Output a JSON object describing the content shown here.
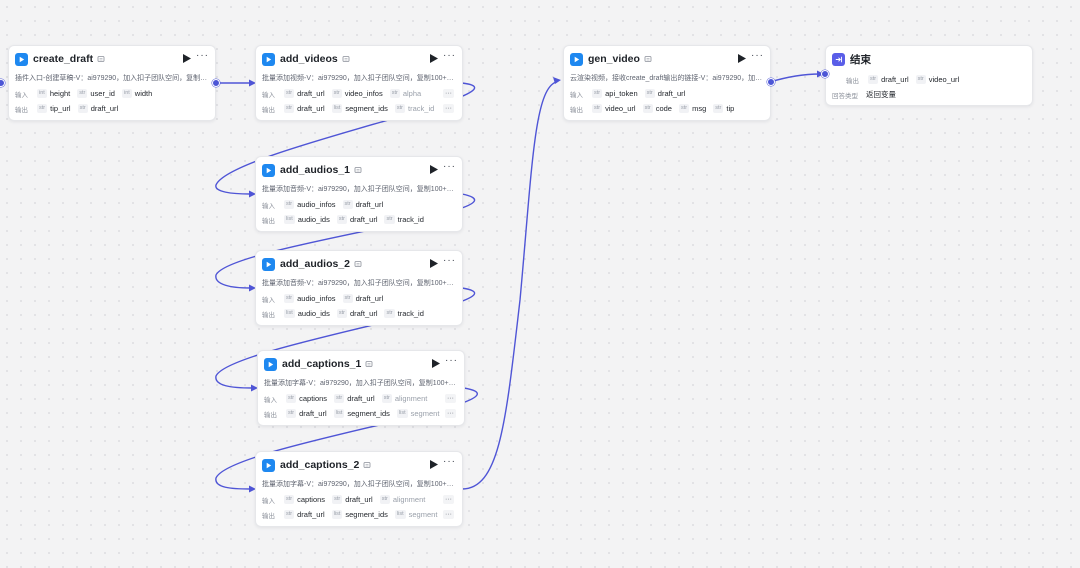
{
  "colors": {
    "edge": "#4f55d6",
    "accent": "#1e88f0",
    "end_accent": "#5a5ee8"
  },
  "labels": {
    "input": "输入",
    "output": "输出",
    "more": "···"
  },
  "nodes": {
    "create_draft": {
      "title": "create_draft",
      "desc": "插件入口-创建草稿-V：ai979290，加入扣子团队空间，复制1…",
      "inputs": [
        {
          "type": "int",
          "name": "height"
        },
        {
          "type": "str",
          "name": "user_id"
        },
        {
          "type": "int",
          "name": "width"
        }
      ],
      "outputs": [
        {
          "type": "str",
          "name": "tip_url"
        },
        {
          "type": "str",
          "name": "draft_url"
        }
      ]
    },
    "add_videos": {
      "title": "add_videos",
      "desc": "批量添加视频-V：ai979290，加入扣子团队空间，复制100+个…",
      "inputs": [
        {
          "type": "str",
          "name": "draft_url"
        },
        {
          "type": "str",
          "name": "video_infos"
        },
        {
          "type": "str",
          "name": "alpha"
        }
      ],
      "outputs": [
        {
          "type": "str",
          "name": "draft_url"
        },
        {
          "type": "list",
          "name": "segment_ids"
        },
        {
          "type": "str",
          "name": "track_id"
        }
      ]
    },
    "add_audios_1": {
      "title": "add_audios_1",
      "desc": "批量添加音频-V：ai979290，加入扣子团队空间，复制100+个…",
      "inputs": [
        {
          "type": "str",
          "name": "audio_infos"
        },
        {
          "type": "str",
          "name": "draft_url"
        }
      ],
      "outputs": [
        {
          "type": "list",
          "name": "audio_ids"
        },
        {
          "type": "str",
          "name": "draft_url"
        },
        {
          "type": "str",
          "name": "track_id"
        }
      ]
    },
    "add_audios_2": {
      "title": "add_audios_2",
      "desc": "批量添加音频-V：ai979290，加入扣子团队空间，复制100+个…",
      "inputs": [
        {
          "type": "str",
          "name": "audio_infos"
        },
        {
          "type": "str",
          "name": "draft_url"
        }
      ],
      "outputs": [
        {
          "type": "list",
          "name": "audio_ids"
        },
        {
          "type": "str",
          "name": "draft_url"
        },
        {
          "type": "str",
          "name": "track_id"
        }
      ]
    },
    "add_captions_1": {
      "title": "add_captions_1",
      "desc": "批量添加字幕-V：ai979290，加入扣子团队空间，复制100+个…",
      "inputs": [
        {
          "type": "str",
          "name": "captions"
        },
        {
          "type": "str",
          "name": "draft_url"
        },
        {
          "type": "str",
          "name": "alignment"
        }
      ],
      "outputs": [
        {
          "type": "str",
          "name": "draft_url"
        },
        {
          "type": "list",
          "name": "segment_ids"
        },
        {
          "type": "list",
          "name": "segment"
        }
      ]
    },
    "add_captions_2": {
      "title": "add_captions_2",
      "desc": "批量添加字幕-V：ai979290，加入扣子团队空间，复制100+个…",
      "inputs": [
        {
          "type": "str",
          "name": "captions"
        },
        {
          "type": "str",
          "name": "draft_url"
        },
        {
          "type": "str",
          "name": "alignment"
        }
      ],
      "outputs": [
        {
          "type": "str",
          "name": "draft_url"
        },
        {
          "type": "list",
          "name": "segment_ids"
        },
        {
          "type": "list",
          "name": "segment"
        }
      ]
    },
    "gen_video": {
      "title": "gen_video",
      "desc": "云渲染视频，接收create_draft输出的链接-V：ai979290，加…",
      "inputs": [
        {
          "type": "str",
          "name": "api_token"
        },
        {
          "type": "str",
          "name": "draft_url"
        }
      ],
      "outputs": [
        {
          "type": "str",
          "name": "video_url"
        },
        {
          "type": "str",
          "name": "code"
        },
        {
          "type": "str",
          "name": "msg"
        },
        {
          "type": "str",
          "name": "tip"
        }
      ]
    },
    "end": {
      "title": "结束",
      "output_label": "输出",
      "outputs": [
        {
          "type": "str",
          "name": "draft_url"
        },
        {
          "type": "str",
          "name": "video_url"
        }
      ],
      "answer_label": "回答类型",
      "answer_value": "返回变量"
    }
  }
}
